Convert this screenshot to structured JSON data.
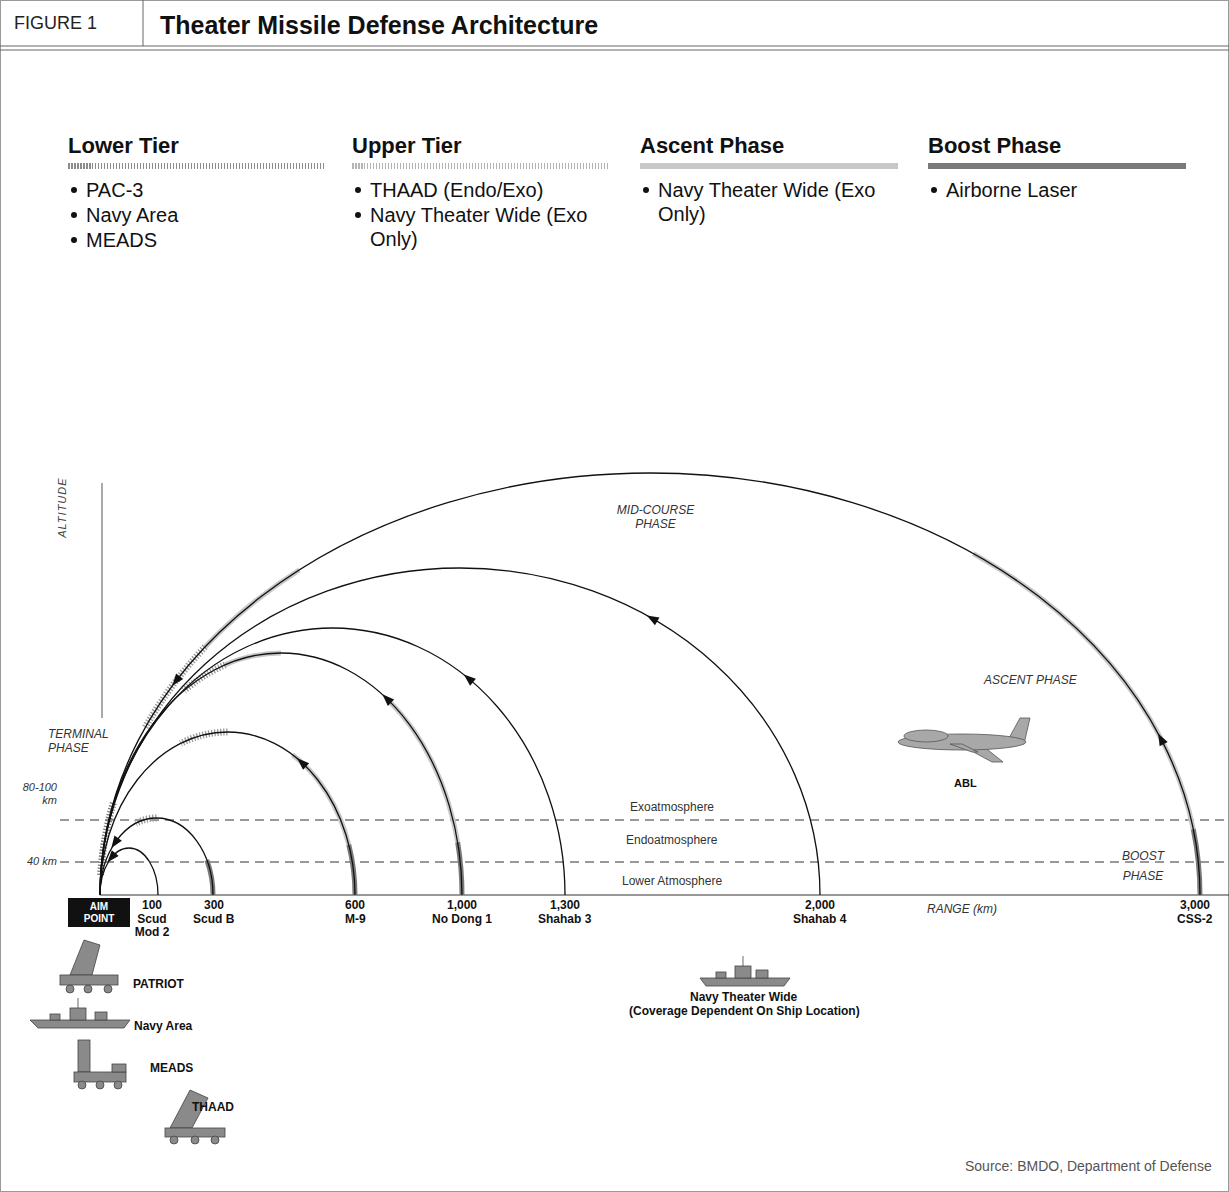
{
  "diagram": {
    "title": "Theater Missile Defense Architecture",
    "caption": "Source: BMDO, Department of Defense",
    "nodes": [
      {
        "text": [
          "AIM POINT"
        ]
      }
    ],
    "labels": [
      "FIGURE 1",
      "PAC-3",
      "Navy Area",
      "MEADS",
      "THAAD (Endo/Exo)",
      "Navy Theater Wide (Exo Only)",
      "Navy Theater Wide (Exo Only)",
      "Airborne Laser",
      "ALTITUDE",
      "MID-COURSE PHASE",
      "ASCENT PHASE",
      "TERMINAL PHASE",
      "80-100 km",
      "40 km",
      "Exoatmosphere",
      "Endoatmosphere",
      "Lower Atmosphere",
      "BOOST PHASE",
      "ABL",
      "100",
      "Scud Mod 2",
      "300",
      "Scud B",
      "600",
      "M-9",
      "1,000",
      "No Dong 1",
      "1,300",
      "Shahab 3",
      "2,000",
      "Shahab 4",
      "RANGE (km)",
      "3,000",
      "CSS-2",
      "PATRIOT",
      "Navy Area",
      "MEADS",
      "THAAD",
      "Navy Theater Wide",
      "(Coverage Dependent On Ship Location)"
    ],
    "legend": [
      {
        "text": "Lower Tier"
      },
      {
        "text": "Upper Tier"
      },
      {
        "text": "Ascent Phase",
        "color": "#c8c8c8"
      },
      {
        "text": "Boost Phase",
        "color": "#7a7a7a"
      }
    ]
  }
}
